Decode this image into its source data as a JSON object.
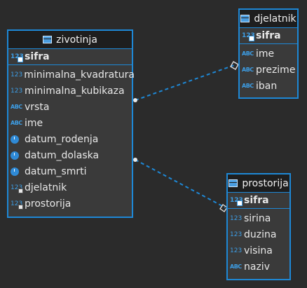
{
  "entities": {
    "zivotinja": {
      "name": "zivotinja",
      "pk": {
        "type": "123",
        "name": "sifra"
      },
      "columns": [
        {
          "type": "123",
          "name": "minimalna_kvadratura"
        },
        {
          "type": "123",
          "name": "minimalna_kubikaza"
        },
        {
          "type": "ABC",
          "name": "vrsta"
        },
        {
          "type": "ABC",
          "name": "ime"
        },
        {
          "type": "clock",
          "name": "datum_rodenja"
        },
        {
          "type": "clock",
          "name": "datum_dolaska"
        },
        {
          "type": "clock",
          "name": "datum_smrti"
        },
        {
          "type": "123",
          "name": "djelatnik"
        },
        {
          "type": "123",
          "name": "prostorija"
        }
      ]
    },
    "djelatnik": {
      "name": "djelatnik",
      "pk": {
        "type": "123",
        "name": "sifra"
      },
      "columns": [
        {
          "type": "ABC",
          "name": "ime"
        },
        {
          "type": "ABC",
          "name": "prezime"
        },
        {
          "type": "ABC",
          "name": "iban"
        }
      ]
    },
    "prostorija": {
      "name": "prostorija",
      "pk": {
        "type": "123",
        "name": "sifra"
      },
      "columns": [
        {
          "type": "123",
          "name": "sirina"
        },
        {
          "type": "123",
          "name": "duzina"
        },
        {
          "type": "123",
          "name": "visina"
        },
        {
          "type": "ABC",
          "name": "naziv"
        }
      ]
    }
  },
  "icon_names": {
    "number": "numeric-type-icon",
    "text": "text-type-icon",
    "date": "clock-icon",
    "table": "table-icon",
    "key": "primary-key-icon"
  },
  "colors": {
    "accent": "#1e88d6",
    "background": "#2b2b2b",
    "entity_bg": "#3a3a3a",
    "header_bg": "#1e1e1e"
  }
}
